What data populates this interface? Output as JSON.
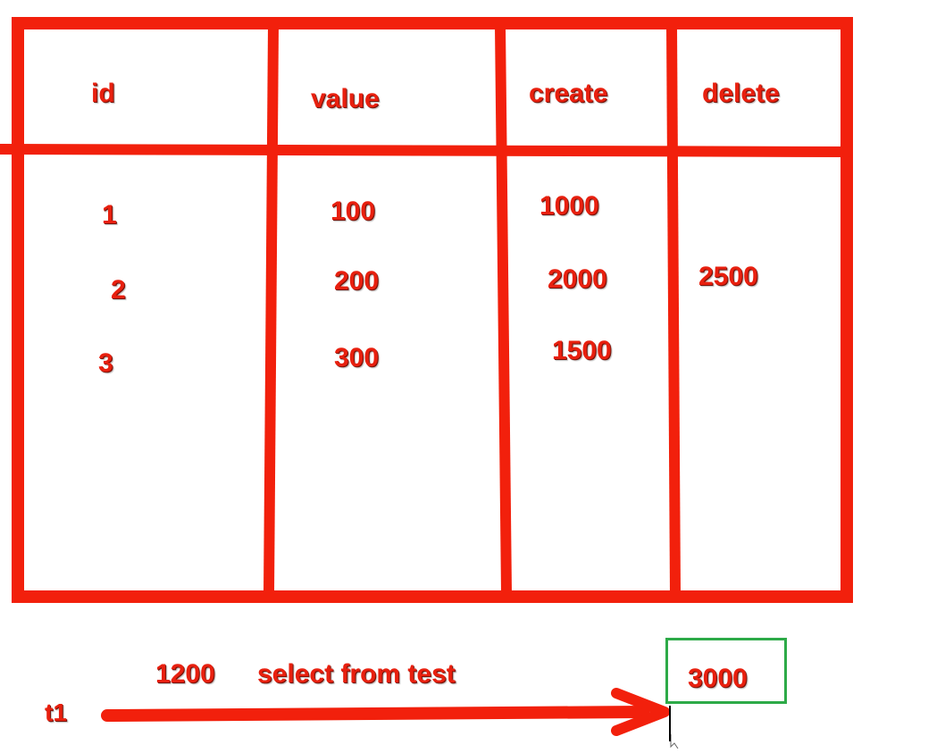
{
  "table": {
    "headers": [
      "id",
      "value",
      "create",
      "delete"
    ],
    "rows": [
      {
        "id": "1",
        "value": "100",
        "create": "1000",
        "delete": ""
      },
      {
        "id": "2",
        "value": "200",
        "create": "2000",
        "delete": "2500"
      },
      {
        "id": "3",
        "value": "300",
        "create": "1500",
        "delete": ""
      }
    ]
  },
  "timeline": {
    "label": "t1",
    "time": "1200",
    "query": "select from test",
    "boxed_value": "3000"
  },
  "colors": {
    "ink": "#e8200f",
    "box": "#2daa48"
  }
}
